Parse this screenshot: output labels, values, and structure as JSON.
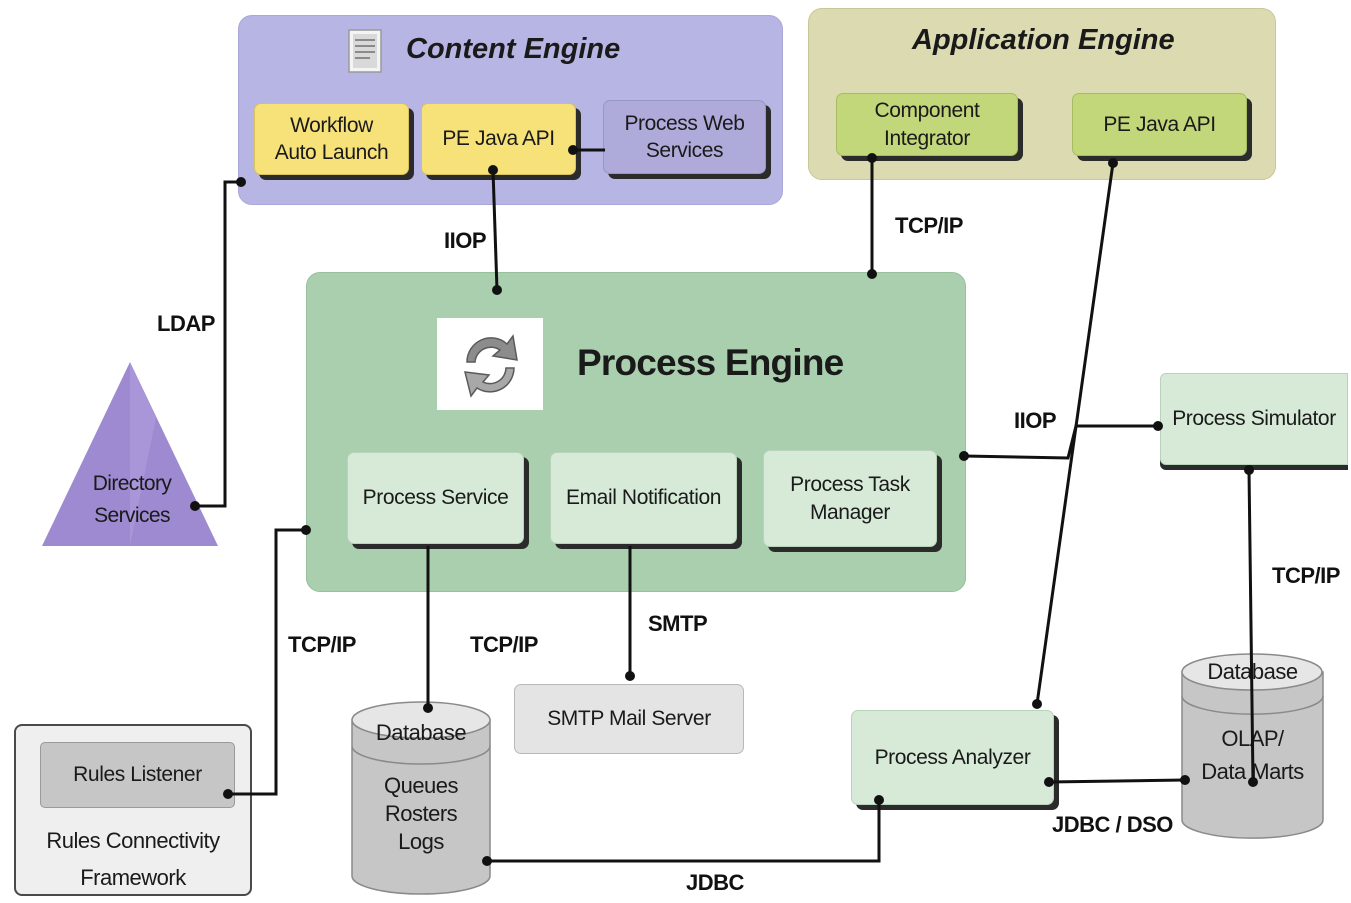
{
  "content_engine": {
    "title": "Content Engine",
    "workflow_auto_launch": "Workflow\nAuto Launch",
    "pe_java_api": "PE Java API",
    "process_web_services": "Process Web\nServices"
  },
  "application_engine": {
    "title": "Application Engine",
    "component_integrator": "Component Integrator",
    "pe_java_api": "PE Java API"
  },
  "process_engine": {
    "title": "Process Engine",
    "process_service": "Process Service",
    "email_notification": "Email Notification",
    "process_task_manager": "Process Task\nManager"
  },
  "directory_services": "Directory\nServices",
  "process_simulator": "Process Simulator",
  "process_analyzer": "Process Analyzer",
  "smtp_mail_server": "SMTP Mail Server",
  "rules": {
    "listener": "Rules Listener",
    "framework": "Rules Connectivity\nFramework"
  },
  "db_queues": {
    "header": "Database",
    "body": "Queues\nRosters\nLogs"
  },
  "db_olap": {
    "header": "Database",
    "body": "OLAP/\nData Marts"
  },
  "labels": {
    "iiop_ce": "IIOP",
    "tcpip_ae": "TCP/IP",
    "ldap": "LDAP",
    "iiop_sim": "IIOP",
    "tcpip_sim": "TCP/IP",
    "tcpip_rules": "TCP/IP",
    "tcpip_db": "TCP/IP",
    "smtp": "SMTP",
    "jdbc_dso": "JDBC / DSO",
    "jdbc": "JDBC"
  },
  "colors": {
    "content_engine_bg": "#b7b5e3",
    "application_engine_bg": "#dcdab0",
    "process_engine_bg": "#a9cfae",
    "yellow_box": "#f7e27a",
    "olive_box": "#c2d67a",
    "mint_box": "#d6ead7",
    "triangle": "#9d8ad0",
    "database": "#c9c9c9"
  }
}
